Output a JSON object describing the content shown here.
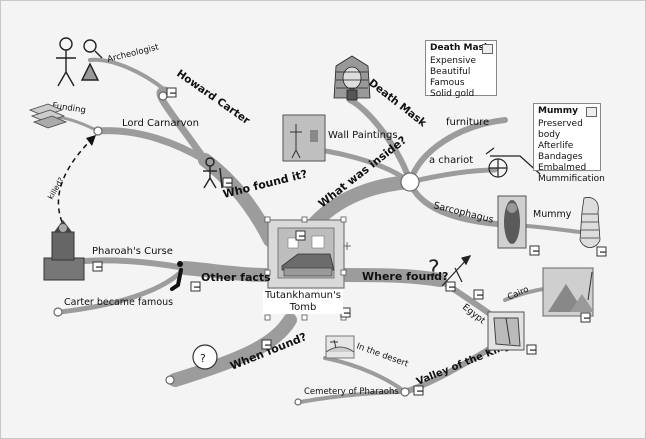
{
  "central": {
    "title_line1": "Tutankhamun's",
    "title_line2": "Tomb"
  },
  "branches": {
    "who_found": "Who found it?",
    "what_inside": "What was inside?",
    "other_facts": "Other facts",
    "where_found": "Where found?",
    "when_found": "When found?"
  },
  "subtopics": {
    "howard_carter": "Howard Carter",
    "archeologist": "Archeologist",
    "lord_carnarvon": "Lord Carnarvon",
    "funding": "Funding",
    "killed": "killed?",
    "pharoahs_curse": "Pharoah's Curse",
    "carter_famous": "Carter became famous",
    "death_mask": "Death Mask",
    "wall_paintings": "Wall Paintings",
    "furniture": "furniture",
    "chariot": "a chariot",
    "sarcophagus": "Sarcophagus",
    "mummy": "Mummy",
    "egypt": "Egypt",
    "cairo": "Cairo",
    "valley": "Valley of the Kings",
    "desert": "In the desert",
    "cemetery": "Cemetery of Pharaohs"
  },
  "notes": {
    "death_mask": {
      "title": "Death Mask",
      "items": [
        "Expensive",
        "Beautiful",
        "Famous",
        "Solid gold"
      ]
    },
    "mummy": {
      "title": "Mummy",
      "items": [
        "Preserved body",
        "Afterlife",
        "Bandages",
        "Embalmed",
        "Mummification"
      ]
    }
  },
  "controls": {
    "collapse": "−",
    "add": "+"
  },
  "colors": {
    "branch": "#9a9a9a",
    "branch_dark": "#5a5a5a",
    "node": "#ffffff",
    "background": "#f4f4f4"
  }
}
